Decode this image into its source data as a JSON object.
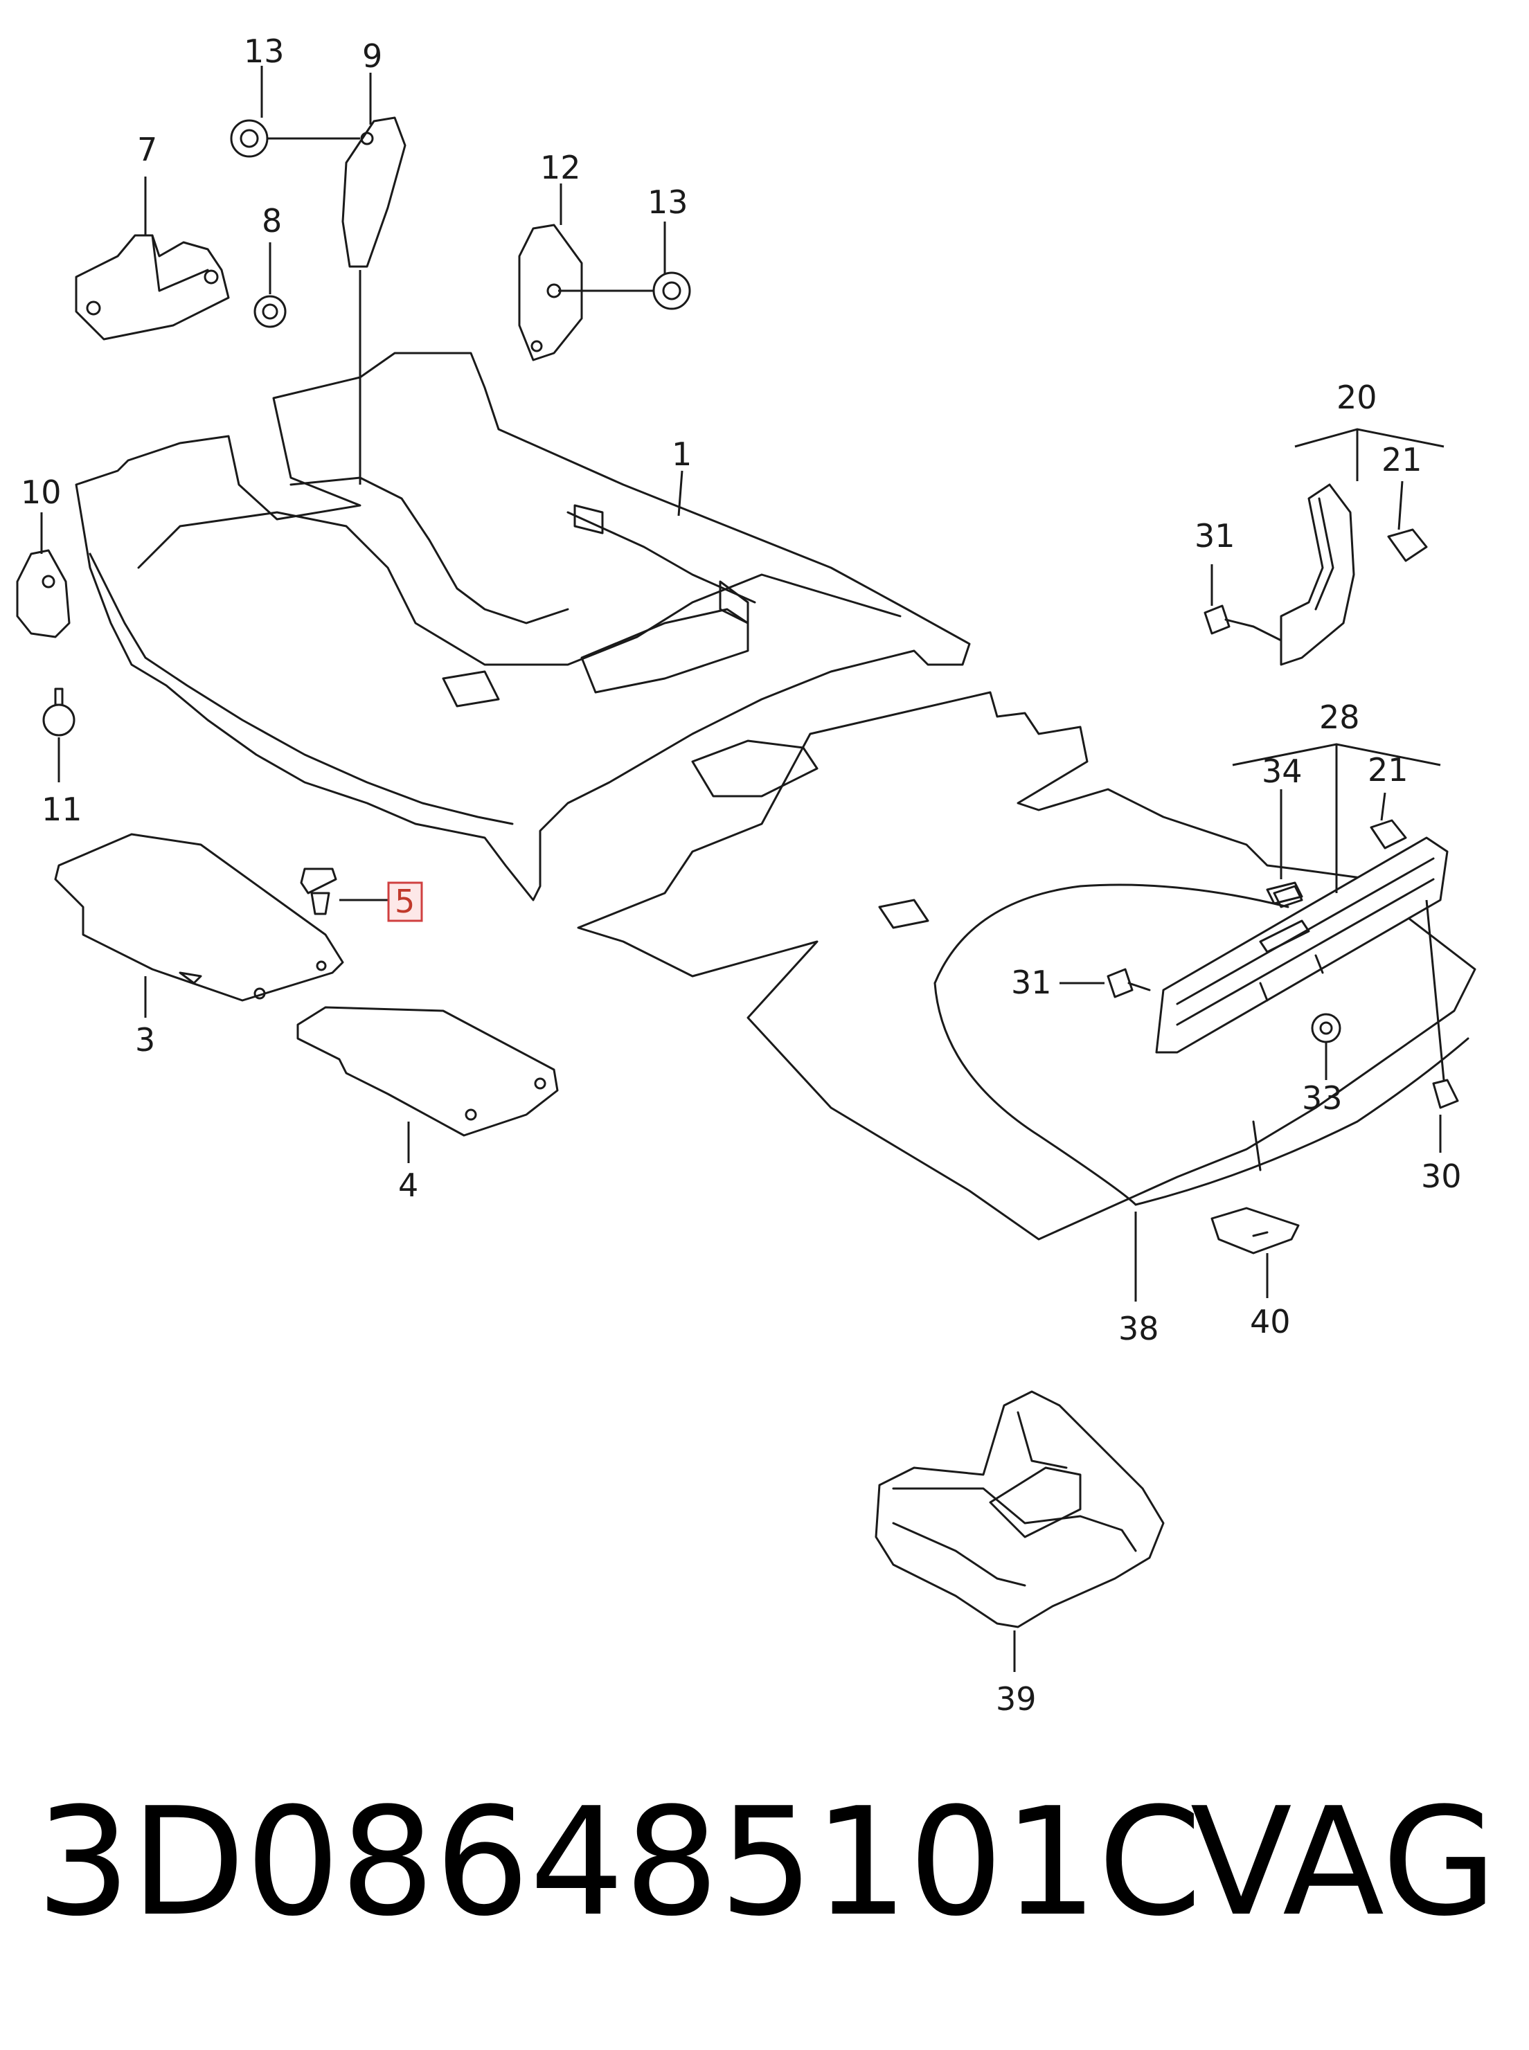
{
  "callouts": {
    "c1": "1",
    "c3": "3",
    "c4": "4",
    "c5": "5",
    "c7": "7",
    "c8": "8",
    "c9": "9",
    "c10": "10",
    "c11": "11",
    "c12": "12",
    "c13a": "13",
    "c13b": "13",
    "c20": "20",
    "c21a": "21",
    "c21b": "21",
    "c28": "28",
    "c30": "30",
    "c31a": "31",
    "c31b": "31",
    "c33": "33",
    "c34": "34",
    "c38": "38",
    "c39": "39",
    "c40": "40"
  },
  "highlighted_callout": "5",
  "footer": {
    "part_number": "3D086485101C",
    "brand": "VAG"
  }
}
